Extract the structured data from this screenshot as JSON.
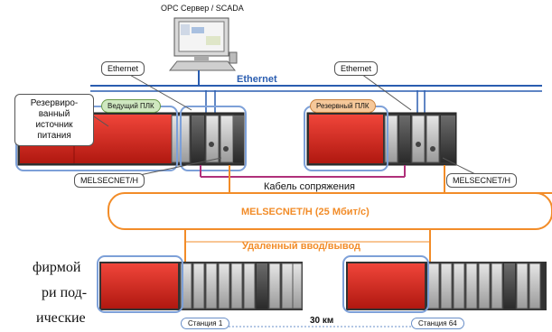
{
  "server_label": "OPC Сервер / SCADA",
  "ethernet_label": "Ethernet",
  "ethernet_callout_left": "Ethernet",
  "ethernet_callout_right": "Ethernet",
  "backup_power_label": "Резервиро-\nванный\nисточник\nпитания",
  "master_plc_label": "Ведущий ПЛК",
  "standby_plc_label": "Резервный ПЛК",
  "melsecnet_callout_left": "MELSECNET/H",
  "melsecnet_callout_right": "MELSECNET/H",
  "cable_label": "Кабель сопряжения",
  "network_label": "MELSECNET/H (25 Мбит/с)",
  "remote_io_label": "Удаленный ввод/вывод",
  "station_left": "Станция 1",
  "station_right": "Станция 64",
  "distance_label": "30 км",
  "text_fragment_1": "фирмой",
  "text_fragment_2": "ри под-",
  "text_fragment_3": "ические",
  "colors": {
    "ethernet_line": "#2a5db0",
    "network_orange": "#f28c28",
    "cable_purple": "#b0307a",
    "plc_red": "#d7261e",
    "highlight_blue": "#7da0d8"
  }
}
